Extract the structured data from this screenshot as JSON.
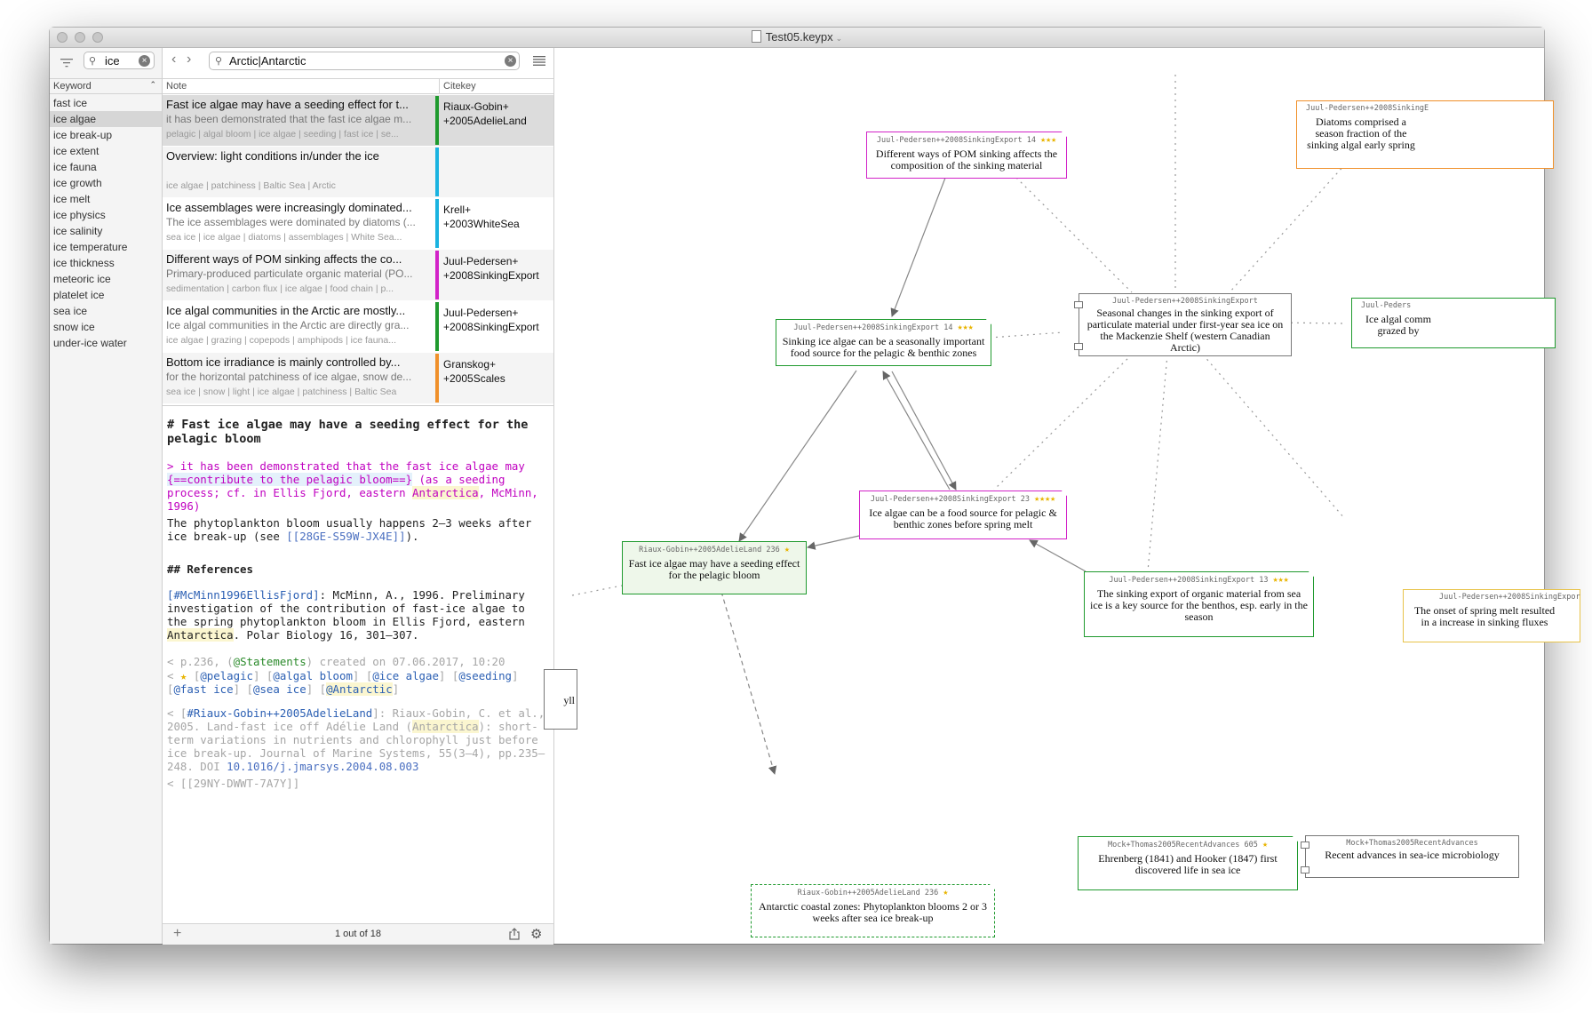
{
  "window": {
    "title": "Test05.keypx"
  },
  "keywords": {
    "search_value": "ice",
    "header": "Keyword",
    "items": [
      "fast ice",
      "ice algae",
      "ice break-up",
      "ice extent",
      "ice fauna",
      "ice growth",
      "ice melt",
      "ice physics",
      "ice salinity",
      "ice temperature",
      "ice thickness",
      "meteoric ice",
      "platelet ice",
      "sea ice",
      "snow ice",
      "under-ice water"
    ],
    "selected": "ice algae"
  },
  "notes": {
    "search_value": "Arctic|Antarctic",
    "col_note": "Note",
    "col_citekey": "Citekey",
    "rows": [
      {
        "title": "Fast ice algae may have a seeding effect for t...",
        "snippet": "it has been demonstrated that the fast ice algae m...",
        "keywords": "pelagic | algal bloom | ice algae | seeding | fast ice | se...",
        "cite1": "Riaux-Gobin+",
        "cite2": "+2005AdelieLand",
        "color": "#1f9a2e"
      },
      {
        "title": "Overview: light conditions in/under the ice",
        "snippet": "",
        "keywords": "ice algae | patchiness | Baltic Sea | Arctic",
        "cite1": "",
        "cite2": "",
        "color": "#1ab3e0"
      },
      {
        "title": "Ice assemblages were increasingly dominated...",
        "snippet": "The ice assemblages were dominated by diatoms (...",
        "keywords": "sea ice | ice algae | diatoms | assemblages | White Sea...",
        "cite1": "Krell+",
        "cite2": "+2003WhiteSea",
        "color": "#1ab3e0"
      },
      {
        "title": "Different ways of POM sinking affects the co...",
        "snippet": "Primary-produced particulate organic material (PO...",
        "keywords": "sedimentation | carbon flux | ice algae | food chain | p...",
        "cite1": "Juul-Pedersen+",
        "cite2": "+2008SinkingExport",
        "color": "#d223c8"
      },
      {
        "title": "Ice algal communities in the Arctic are mostly...",
        "snippet": "Ice algal communities in the Arctic are directly gra...",
        "keywords": "ice algae | grazing | copepods | amphipods | ice fauna...",
        "cite1": "Juul-Pedersen+",
        "cite2": "+2008SinkingExport",
        "color": "#1f9a2e"
      },
      {
        "title": "Bottom ice irradiance is mainly controlled by...",
        "snippet": "for the horizontal patchiness of ice algae, snow de...",
        "keywords": "sea ice | snow | light | ice algae | patchiness | Baltic Sea",
        "cite1": "Granskog+",
        "cite2": "+2005Scales",
        "color": "#f0902a"
      }
    ],
    "footer_count": "1 out of 18"
  },
  "editor": {
    "heading": "# Fast ice algae may have a seeding effect for the pelagic bloom",
    "quote_prefix": "> it has been demonstrated that the fast ice algae may ",
    "quote_hl": "{==contribute to the pelagic bloom==}",
    "quote_mid": " (as a seeding process; cf. in Ellis Fjord, eastern ",
    "quote_place": "Antarctica",
    "quote_end": ", McMinn, 1996)",
    "para1": "The phytoplankton bloom usually happens 2–3 weeks after ice break-up (see ",
    "para1_link": "[[28GE-S59W-JX4E]]",
    "para1_end": ").",
    "refs_heading": "## References",
    "ref1_key": "[#McMinn1996EllisFjord]",
    "ref1_text": ": McMinn, A., 1996. Preliminary investigation of the contribution of fast-ice algae to the spring phytoplankton bloom in Ellis Fjord, eastern ",
    "ref1_place": "Antarctica",
    "ref1_end": ". Polar Biology 16, 301–307.",
    "meta_a": "< p.236, (",
    "meta_stmt": "@Statements",
    "meta_b": ") created on 07.06.2017, 10:20",
    "meta_tags_pre": "< ",
    "meta_star": "★",
    "tag_pelagic": "@pelagic",
    "tag_algal": "@algal bloom",
    "tag_icealgae": "@ice algae",
    "tag_seeding": "@seeding",
    "tag_fastice": "@fast ice",
    "tag_seaice": "@sea ice",
    "tag_antarctic": "@Antarctic",
    "ref2_pre": "< [",
    "ref2_key": "#Riaux-Gobin++2005AdelieLand",
    "ref2_text": "]: Riaux-Gobin, C. et al., 2005. Land-fast ice off Adélie Land (",
    "ref2_place": "Antarctica",
    "ref2_mid": "): short-term variations in nutrients and chlorophyll just before ice break-up. Journal of Marine Systems, 55(3–4), pp.235–248. DOI ",
    "ref2_doi": "10.1016/j.jmarsys.2004.08.003",
    "last_link": "< [[29NY-DWWT-7A7Y]]"
  },
  "graph": {
    "nodes": {
      "n_pom": {
        "head": "Juul-Pedersen++2008SinkingExport 14",
        "stars": "★★★",
        "body": "Different ways of POM sinking affects the composition of the sinking material",
        "color": "#d223c8"
      },
      "n_seasonal_food": {
        "head": "Juul-Pedersen++2008SinkingExport 14",
        "stars": "★★★",
        "body": "Sinking ice algae can be a seasonally important food source for the pelagic & benthic zones",
        "color": "#1f9a2e"
      },
      "n_seasonal_changes": {
        "head": "Juul-Pedersen++2008SinkingExport",
        "stars": "",
        "body": "Seasonal changes in the sinking export of particulate material under first-year sea ice on the Mackenzie Shelf (western Canadian Arctic)",
        "color": "#666666"
      },
      "n_diatoms": {
        "head": "Juul-Pedersen++2008SinkingE",
        "stars": "",
        "body": "Diatoms comprised a season fraction of the sinking algal early spring",
        "color": "#f0902a"
      },
      "n_grazed": {
        "head": "Juul-Peders",
        "stars": "",
        "body": "Ice algal comm grazed by",
        "color": "#1f9a2e"
      },
      "n_food_before_melt": {
        "head": "Juul-Pedersen++2008SinkingExport 23",
        "stars": "★★★★",
        "body": "Ice algae can be a food source for pelagic & benthic zones before spring melt",
        "color": "#d223c8"
      },
      "n_fast_ice": {
        "head": "Riaux-Gobin++2005AdelieLand 236",
        "stars": "★",
        "body": "Fast ice algae may have a seeding effect for the pelagic bloom",
        "color": "#1f9a2e"
      },
      "n_sinking_export": {
        "head": "Juul-Pedersen++2008SinkingExport 13",
        "stars": "★★★",
        "body": "The sinking export of organic material from sea ice is a key source for the benthos, esp. early in the season",
        "color": "#1f9a2e"
      },
      "n_spring_melt": {
        "head": "Juul-Pedersen++2008SinkingExpor",
        "stars": "",
        "body": "The onset of spring melt resulted in a increase in sinking fluxes",
        "color": "#e8c34a"
      },
      "n_ehrenberg": {
        "head": "Mock+Thomas2005RecentAdvances 605",
        "stars": "★",
        "body": "Ehrenberg (1841) and Hooker (1847) first discovered life in sea ice",
        "color": "#1f9a2e"
      },
      "n_recent": {
        "head": "Mock+Thomas2005RecentAdvances",
        "stars": "",
        "body": "Recent advances in sea-ice microbiology",
        "color": "#666666"
      },
      "n_coastal": {
        "head": "Riaux-Gobin++2005AdelieLand 236",
        "stars": "★",
        "body": "Antarctic coastal zones: Phytoplankton blooms 2 or 3 weeks after sea ice break-up",
        "color": "#1f9a2e"
      },
      "n_partial": {
        "head": "",
        "stars": "",
        "body": "yll",
        "color": "#666666"
      }
    }
  }
}
